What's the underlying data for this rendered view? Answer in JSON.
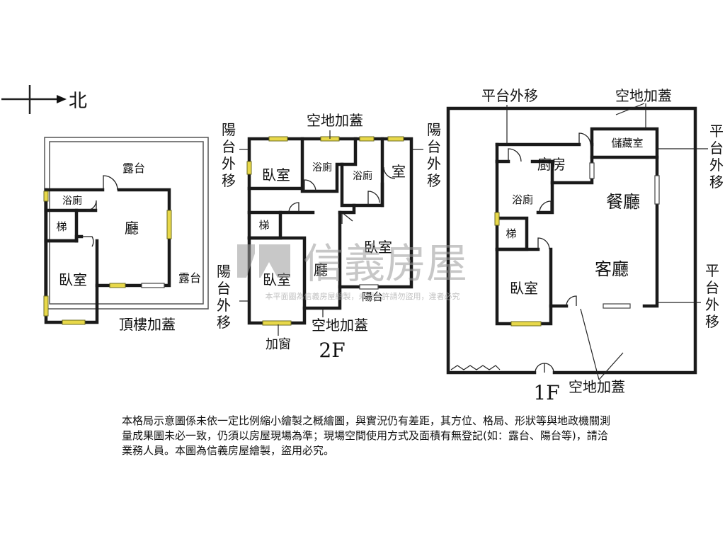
{
  "compass": {
    "north": "北"
  },
  "roof": {
    "label": "頂樓加蓋",
    "rooms": {
      "terrace_top": "露台",
      "terrace_side": "露台",
      "bath": "浴廁",
      "stair": "梯",
      "hall": "廳",
      "bedroom": "臥室"
    }
  },
  "floor2": {
    "label": "2F",
    "rooms": {
      "bedroom1": "臥室",
      "bath1": "浴廁",
      "bath2": "浴廁",
      "room": "室",
      "stair": "梯",
      "bedroom2": "臥室",
      "bedroom3": "臥室",
      "hall": "廳",
      "balcony": "陽台"
    },
    "notes": {
      "top": "空地加蓋",
      "left_top": "陽台外移",
      "right_top": "陽台外移",
      "left_bottom": "陽台外移",
      "bottom": "空地加蓋",
      "window": "加窗"
    }
  },
  "floor1": {
    "label": "1F",
    "rooms": {
      "storage": "儲藏室",
      "kitchen": "廚房",
      "dining": "餐廳",
      "bath": "浴廁",
      "stair": "梯",
      "living": "客廳",
      "bedroom": "臥室"
    },
    "notes": {
      "top_left": "平台外移",
      "top_right": "空地加蓋",
      "right_top": "平台外移",
      "right_bottom": "平台外移",
      "bottom": "空地加蓋"
    }
  },
  "watermark": {
    "brand": "信義房屋",
    "notice": "本平面圖為信義房屋繪製，未經允許請勿盜用，違者必究"
  },
  "disclaimer": "本格局示意圖係未依一定比例縮小繪製之概繪圖，與實況仍有差距，其方位、格局、形狀等與地政機關測量成果圖未必一致，仍須以房屋現場為準；現場空間使用方式及面積有無登記(如：露台、陽台等)，請洽業務人員。本圖為信義房屋繪製，盜用必究。"
}
